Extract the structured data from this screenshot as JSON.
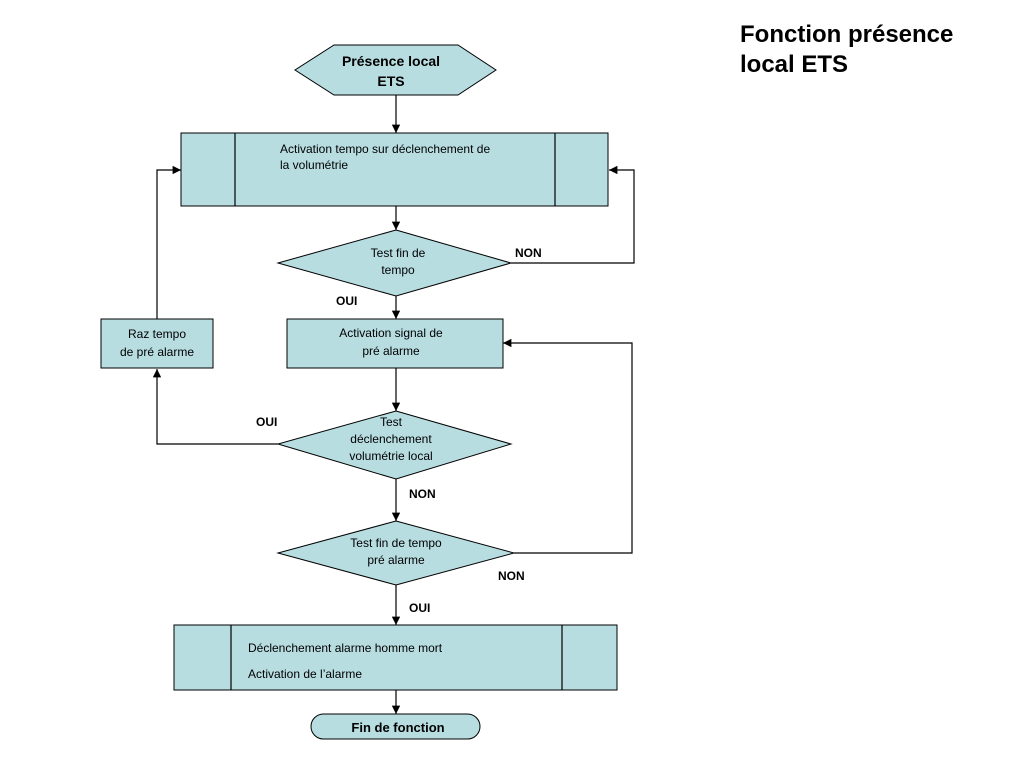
{
  "title": {
    "line1": "Fonction présence",
    "line2": "local ETS"
  },
  "nodes": {
    "start": {
      "line1": "Présence local",
      "line2": "ETS"
    },
    "activation_tempo": {
      "line1": "Activation tempo sur déclenchement de",
      "line2": "la volumétrie"
    },
    "test_fin_tempo": {
      "line1": "Test fin de",
      "line2": "tempo"
    },
    "activation_signal": {
      "line1": "Activation signal de",
      "line2": "pré alarme"
    },
    "raz_tempo": {
      "line1": "Raz tempo",
      "line2": "de pré alarme"
    },
    "test_declenchement": {
      "line1": "Test",
      "line2": "déclenchement",
      "line3": "volumétrie local"
    },
    "test_fin_prealarme": {
      "line1": "Test fin de tempo",
      "line2": "pré alarme"
    },
    "declenchement_alarme": {
      "line1": "Déclenchement alarme homme mort",
      "line2": "Activation de l’alarme"
    },
    "end": {
      "label": "Fin de fonction"
    }
  },
  "edge_labels": {
    "non_1": "NON",
    "oui_1": "OUI",
    "oui_2": "OUI",
    "non_2": "NON",
    "non_3": "NON",
    "oui_3": "OUI"
  }
}
